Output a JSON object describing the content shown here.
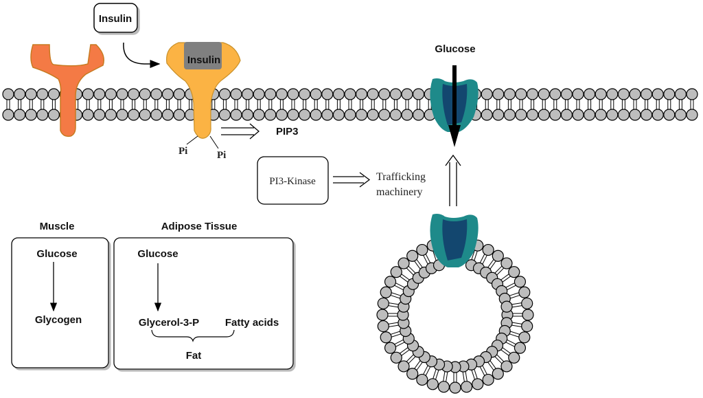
{
  "insulin_box": "Insulin",
  "receptor_bound_label": "Insulin",
  "pi_left": "Pi",
  "pi_right": "Pi",
  "pip3": "PIP3",
  "glucose_top": "Glucose",
  "pi3k": "PI3-Kinase",
  "trafficking_1": "Trafficking",
  "trafficking_2": "machinery",
  "muscle": {
    "title": "Muscle",
    "from": "Glucose",
    "to": "Glycogen"
  },
  "adipose": {
    "title": "Adipose Tissue",
    "from": "Glucose",
    "glycerol": "Glycerol-3-P",
    "fatty": "Fatty acids",
    "fat": "Fat"
  },
  "colors": {
    "lipid": "#bdbdbd",
    "inactive_receptor": "#f47a45",
    "active_receptor": "#fbb344",
    "insulin_bound": "#808080",
    "glut_outer": "#1e8a8a",
    "glut_inner": "#13476f"
  }
}
